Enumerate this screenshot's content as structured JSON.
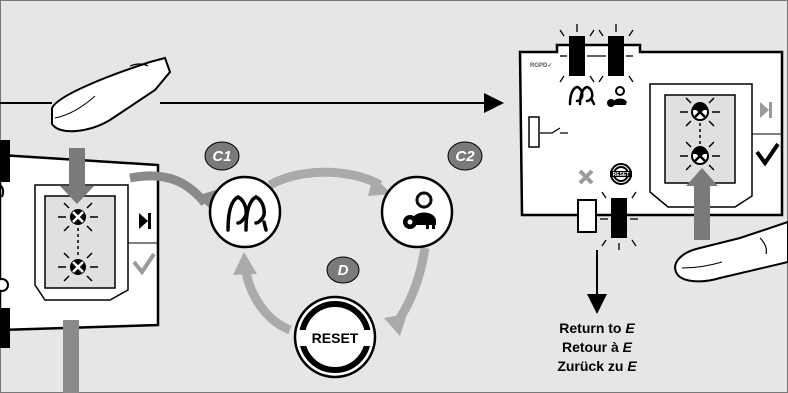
{
  "labels": {
    "c1": "C1",
    "c2": "C2",
    "d": "D"
  },
  "reset_button_text": "RESET",
  "reset_icon_text": "RESET",
  "panel_brand": "RGPD✓",
  "return_text": {
    "en_prefix": "Return to ",
    "fr_prefix": "Retour à ",
    "de_prefix": "Zurück zu ",
    "target": "E"
  },
  "colors": {
    "background": "#e6e6e6",
    "panel": "#ffffff",
    "arrow_grey": "#8a8a8a",
    "badge_grey": "#7a7a7a",
    "check_grey": "#9a9a9a"
  }
}
